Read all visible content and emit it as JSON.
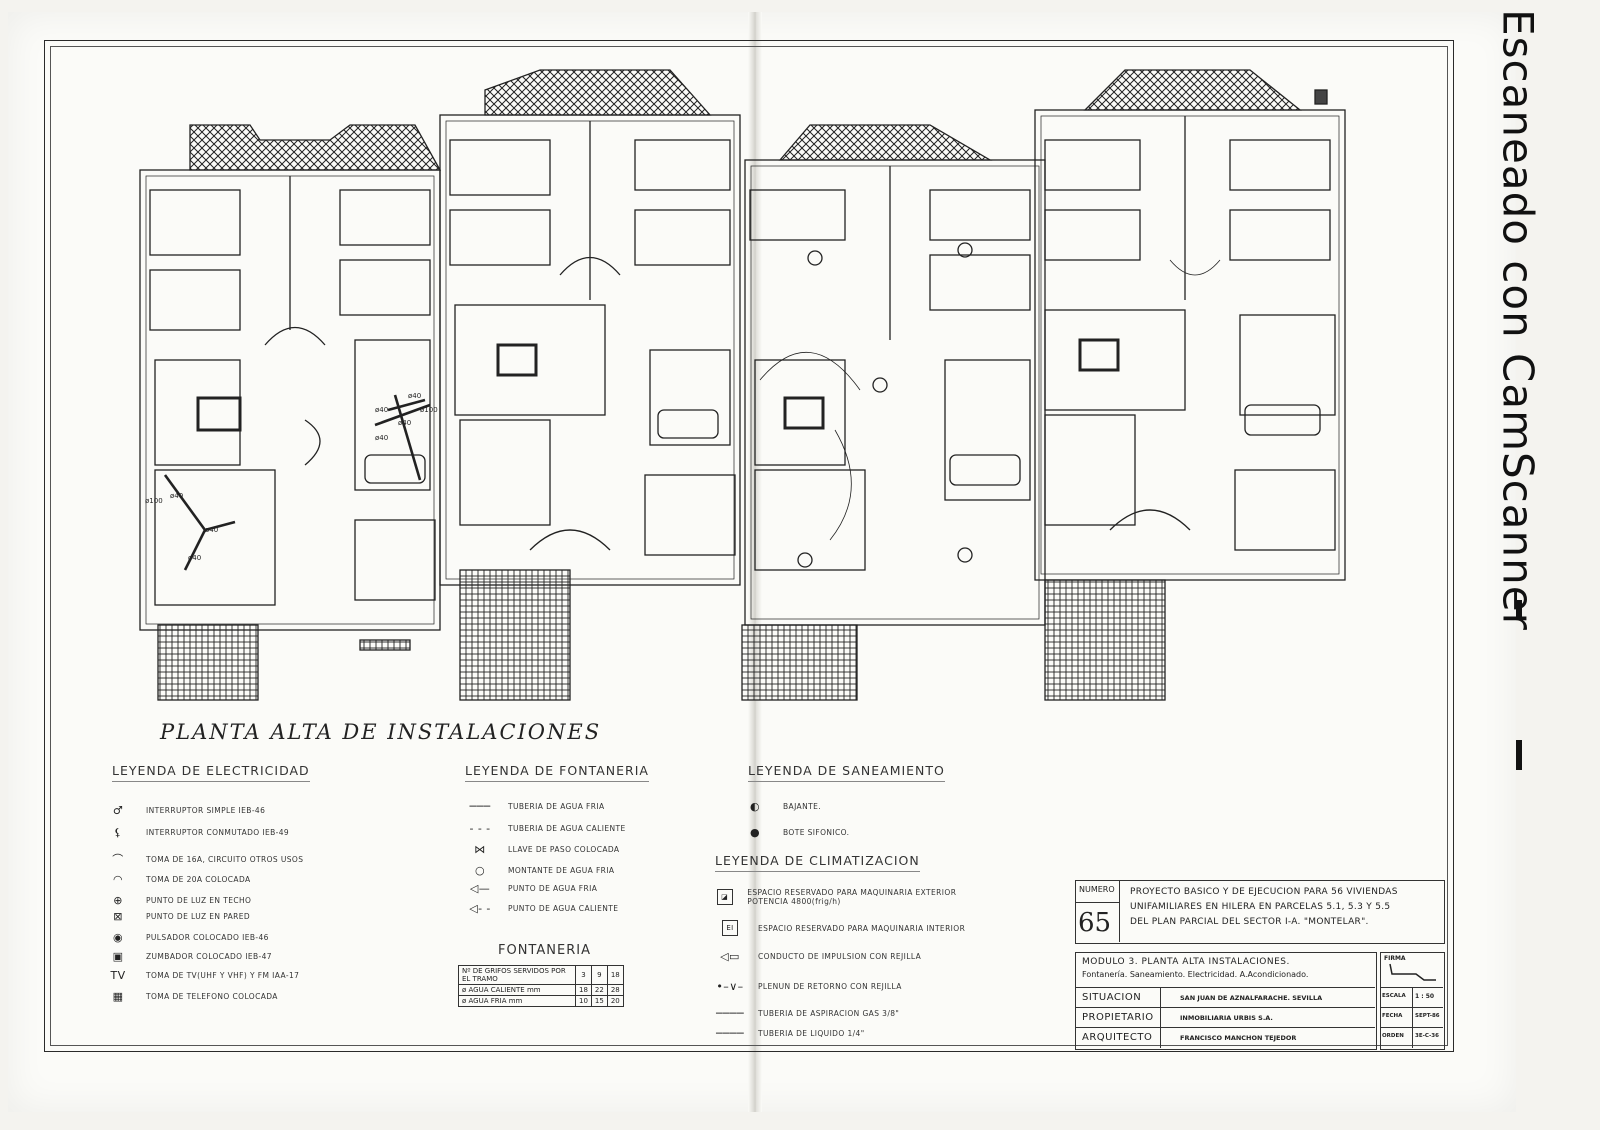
{
  "sheet": {
    "title": "PLANTA ALTA DE INSTALACIONES",
    "watermark": "Escaneado con CamScanner"
  },
  "plan": {
    "units": 4,
    "annotations": [
      "ø40",
      "ø40",
      "ø40",
      "ø100",
      "ø40",
      "ø100",
      "ø40",
      "ø40",
      "ø40"
    ]
  },
  "legend_electricidad": {
    "heading": "LEYENDA DE ELECTRICIDAD",
    "items": [
      {
        "symbol": "interruptor-simple-icon",
        "glyph": "♂",
        "label": "INTERRUPTOR SIMPLE IEB-46"
      },
      {
        "symbol": "interruptor-conmutado-icon",
        "glyph": "⚸",
        "label": "INTERRUPTOR CONMUTADO IEB-49"
      },
      {
        "symbol": "toma-16a-icon",
        "glyph": "⌒",
        "label": "TOMA DE 16A, CIRCUITO OTROS USOS"
      },
      {
        "symbol": "toma-20a-icon",
        "glyph": "◠",
        "label": "TOMA DE 20A COLOCADA"
      },
      {
        "symbol": "punto-luz-techo-icon",
        "glyph": "⊕",
        "label": "PUNTO DE LUZ EN TECHO"
      },
      {
        "symbol": "punto-luz-pared-icon",
        "glyph": "⊠",
        "label": "PUNTO DE LUZ EN PARED"
      },
      {
        "symbol": "pulsador-icon",
        "glyph": "◉",
        "label": "PULSADOR COLOCADO IEB-46"
      },
      {
        "symbol": "zumbador-icon",
        "glyph": "▣",
        "label": "ZUMBADOR COLOCADO IEB-47"
      },
      {
        "symbol": "toma-tv-icon",
        "glyph": "TV",
        "label": "TOMA DE TV(UHF Y VHF) Y FM IAA-17"
      },
      {
        "symbol": "toma-telefono-icon",
        "glyph": "▦",
        "label": "TOMA DE TELEFONO COLOCADA"
      }
    ]
  },
  "legend_fontaneria": {
    "heading": "LEYENDA DE FONTANERIA",
    "items": [
      {
        "symbol": "tuberia-fria-line",
        "glyph": "───",
        "label": "TUBERIA DE AGUA FRIA"
      },
      {
        "symbol": "tuberia-caliente-line",
        "glyph": "- - -",
        "label": "TUBERIA DE AGUA CALIENTE"
      },
      {
        "symbol": "llave-paso-icon",
        "glyph": "⋈",
        "label": "LLAVE DE PASO COLOCADA"
      },
      {
        "symbol": "montante-icon",
        "glyph": "○",
        "label": "MONTANTE DE AGUA FRIA"
      },
      {
        "symbol": "punto-agua-fria-icon",
        "glyph": "◁—",
        "label": "PUNTO DE AGUA FRIA"
      },
      {
        "symbol": "punto-agua-caliente-icon",
        "glyph": "◁- -",
        "label": "PUNTO DE AGUA CALIENTE"
      }
    ],
    "table_title": "FONTANERIA",
    "table": [
      {
        "label": "Nº DE GRIFOS SERVIDOS POR EL TRAMO",
        "values": [
          "3",
          "9",
          "18"
        ]
      },
      {
        "label": "ø AGUA CALIENTE mm",
        "values": [
          "18",
          "22",
          "28"
        ]
      },
      {
        "label": "ø AGUA FRIA mm",
        "values": [
          "10",
          "15",
          "20"
        ]
      }
    ]
  },
  "legend_saneamiento": {
    "heading": "LEYENDA DE SANEAMIENTO",
    "items": [
      {
        "symbol": "bajante-icon",
        "glyph": "◐",
        "label": "BAJANTE."
      },
      {
        "symbol": "bote-sifonico-icon",
        "glyph": "●",
        "label": "BOTE SIFONICO."
      }
    ]
  },
  "legend_climatizacion": {
    "heading": "LEYENDA DE CLIMATIZACION",
    "items": [
      {
        "symbol": "maquinaria-exterior-icon",
        "glyph": "◪",
        "label": "ESPACIO RESERVADO PARA MAQUINARIA EXTERIOR POTENCIA 4800(frig/h)"
      },
      {
        "symbol": "maquinaria-interior-icon",
        "glyph": "EI",
        "label": "ESPACIO RESERVADO PARA MAQUINARIA INTERIOR"
      },
      {
        "symbol": "conducto-impulsion-icon",
        "glyph": "◁▭",
        "label": "CONDUCTO DE IMPULSION CON REJILLA"
      },
      {
        "symbol": "plenum-retorno-icon",
        "glyph": "•–∨–",
        "label": "PLENUN DE RETORNO CON REJILLA"
      },
      {
        "symbol": "tuberia-aspiracion-line",
        "glyph": "────",
        "label": "TUBERIA DE ASPIRACION GAS 3/8\""
      },
      {
        "symbol": "tuberia-liquido-line",
        "glyph": "────",
        "label": "TUBERIA DE LIQUIDO 1/4\""
      }
    ]
  },
  "title_block": {
    "numero_label": "NUMERO",
    "numero": "65",
    "project_lines": [
      "PROYECTO BASICO Y DE EJECUCION PARA 56 VIVIENDAS",
      "UNIFAMILIARES EN HILERA EN PARCELAS 5.1, 5.3 Y 5.5",
      "DEL PLAN PARCIAL DEL SECTOR I-A. \"MONTELAR\"."
    ],
    "sheet_title": "MODULO 3. PLANTA ALTA INSTALACIONES.",
    "sheet_subtitle": "Fontanería. Saneamiento. Electricidad. A.Acondicionado.",
    "rows": [
      {
        "label": "SITUACION",
        "value": "SAN JUAN DE AZNALFARACHE. SEVILLA"
      },
      {
        "label": "PROPIETARIO",
        "value": "INMOBILIARIA URBIS S.A."
      },
      {
        "label": "ARQUITECTO",
        "value": "FRANCISCO MANCHON TEJEDOR"
      }
    ],
    "firma_label": "FIRMA",
    "escala_label": "ESCALA",
    "escala": "1 : 50",
    "fecha_label": "FECHA",
    "fecha": "SEPT-86",
    "orden_label": "ORDEN",
    "orden": "3E-C-36"
  }
}
